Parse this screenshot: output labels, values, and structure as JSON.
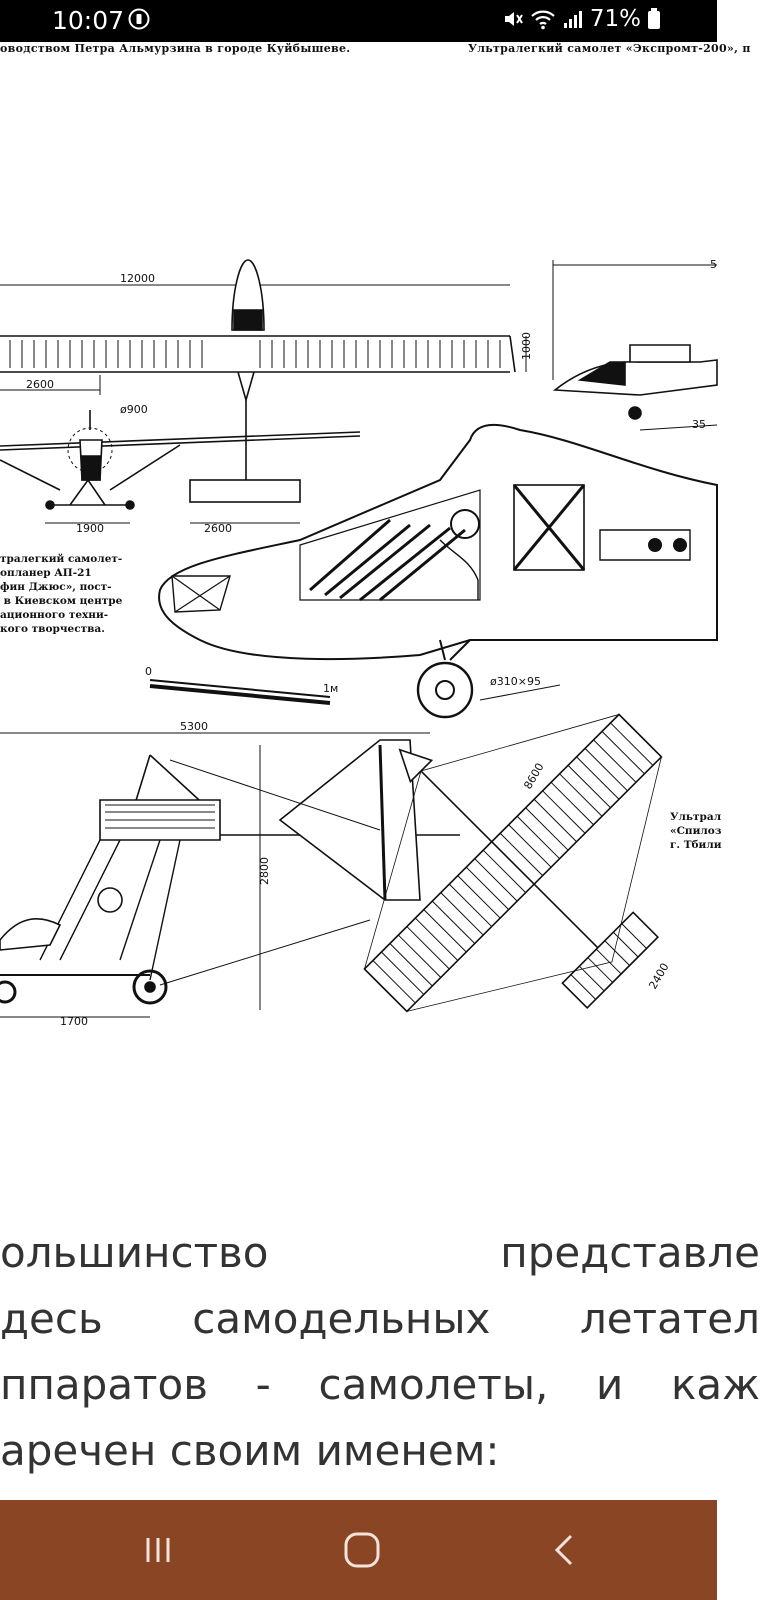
{
  "status_bar": {
    "time": "10:07",
    "battery": "71%",
    "icons": [
      "do-not-disturb-icon",
      "mute-icon",
      "wifi-icon",
      "signal-icon",
      "battery-icon"
    ]
  },
  "scan": {
    "caption_left": "оводством Петра Альмурзина в городе Куйбышеве.",
    "caption_right": "Ультралегкий самолет «Экспромт-200», п",
    "note_ap21": "тралегкий самолет-\nопланер АП-21\nфин Джюс», пост-\n в Киевском центре\nационного техни-\nкого творчества.",
    "note_right": "Ультрал\n«Спилоз\nг. Тбили",
    "dims": {
      "d12000": "12000",
      "d1000": "1000",
      "d2600a": "2600",
      "d900": "ø900",
      "d1900": "1900",
      "d2600b": "2600",
      "wheel": "ø310×95",
      "scale0": "0",
      "scale1": "1м",
      "d5300": "5300",
      "d2800": "2800",
      "d1700": "1700",
      "d8600": "8600",
      "d2400": "2400",
      "d35": "35",
      "d5": "5"
    }
  },
  "article": {
    "lines": [
      [
        "ольшинство",
        "представле"
      ],
      [
        "десь",
        "самодельных",
        "летател"
      ],
      [
        "ппаратов",
        "-",
        "самолеты,",
        "и",
        "каж"
      ],
      [
        "аречен своим именем:"
      ]
    ]
  },
  "nav": {
    "icons": [
      "recent-apps-icon",
      "home-icon",
      "back-icon"
    ]
  },
  "colors": {
    "nav_bg": "#8a4624",
    "status_bg": "#000000",
    "text": "#333333"
  }
}
